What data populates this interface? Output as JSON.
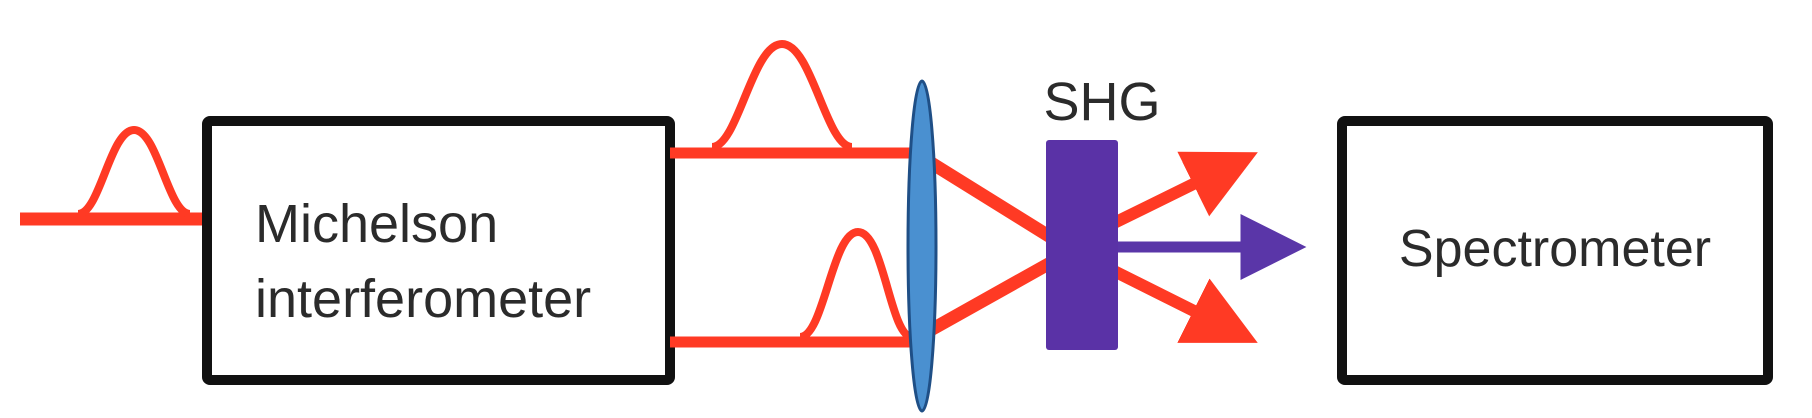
{
  "blocks": {
    "michelson": {
      "line1": "Michelson",
      "line2": "interferometer"
    },
    "shg": {
      "label": "SHG"
    },
    "spectrometer": {
      "label": "Spectrometer"
    }
  },
  "colors": {
    "fundamental_beam": "#ff3a24",
    "second_harmonic_beam": "#5a36a8",
    "shg_crystal": "#5a32a6",
    "lens_fill": "#4a90d0",
    "lens_stroke": "#1f4f86",
    "box_stroke": "#111111",
    "text": "#2b2b2b"
  },
  "icons": {
    "pulse": "gaussian-pulse-icon",
    "lens": "convex-lens-icon",
    "crystal": "shg-crystal-icon",
    "arrow": "arrow-right-icon"
  }
}
